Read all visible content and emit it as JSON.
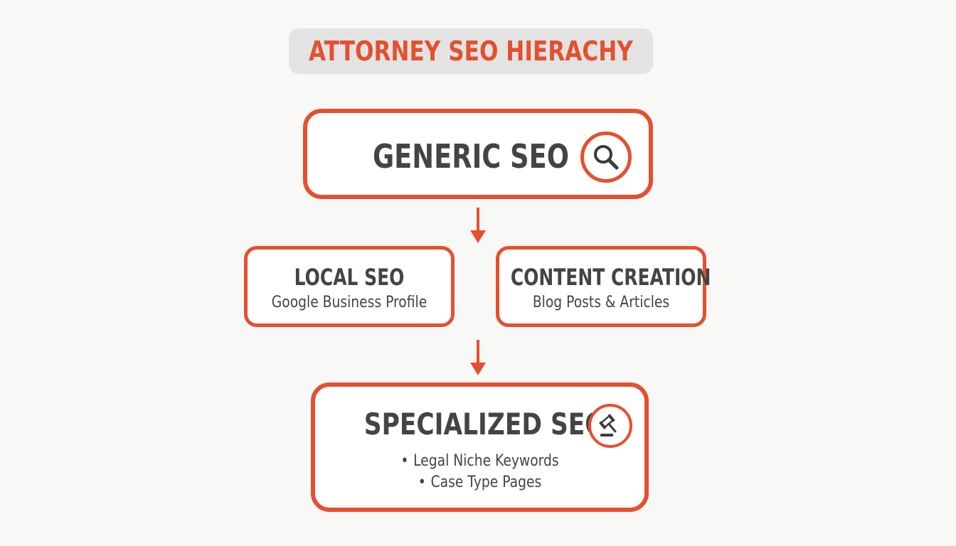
{
  "title": "ATTORNEY SEO HIERACHY",
  "colors": {
    "accent": "#e4502f",
    "text": "#444444",
    "title_bg": "#e3e3e3",
    "background": "#f8f8f7"
  },
  "nodes": {
    "generic": {
      "label": "GENERIC SEO",
      "icon": "search-icon"
    },
    "local": {
      "label": "LOCAL SEO",
      "sublabel": "Google Business Profile"
    },
    "content": {
      "label": "CONTENT CREATION",
      "sublabel": "Blog Posts & Articles"
    },
    "specialized": {
      "label": "SPECIALIZED SEO",
      "icon": "gavel-icon",
      "bullets": [
        "Legal Niche Keywords",
        "Case Type Pages"
      ],
      "bullet_symbol": "•"
    }
  }
}
